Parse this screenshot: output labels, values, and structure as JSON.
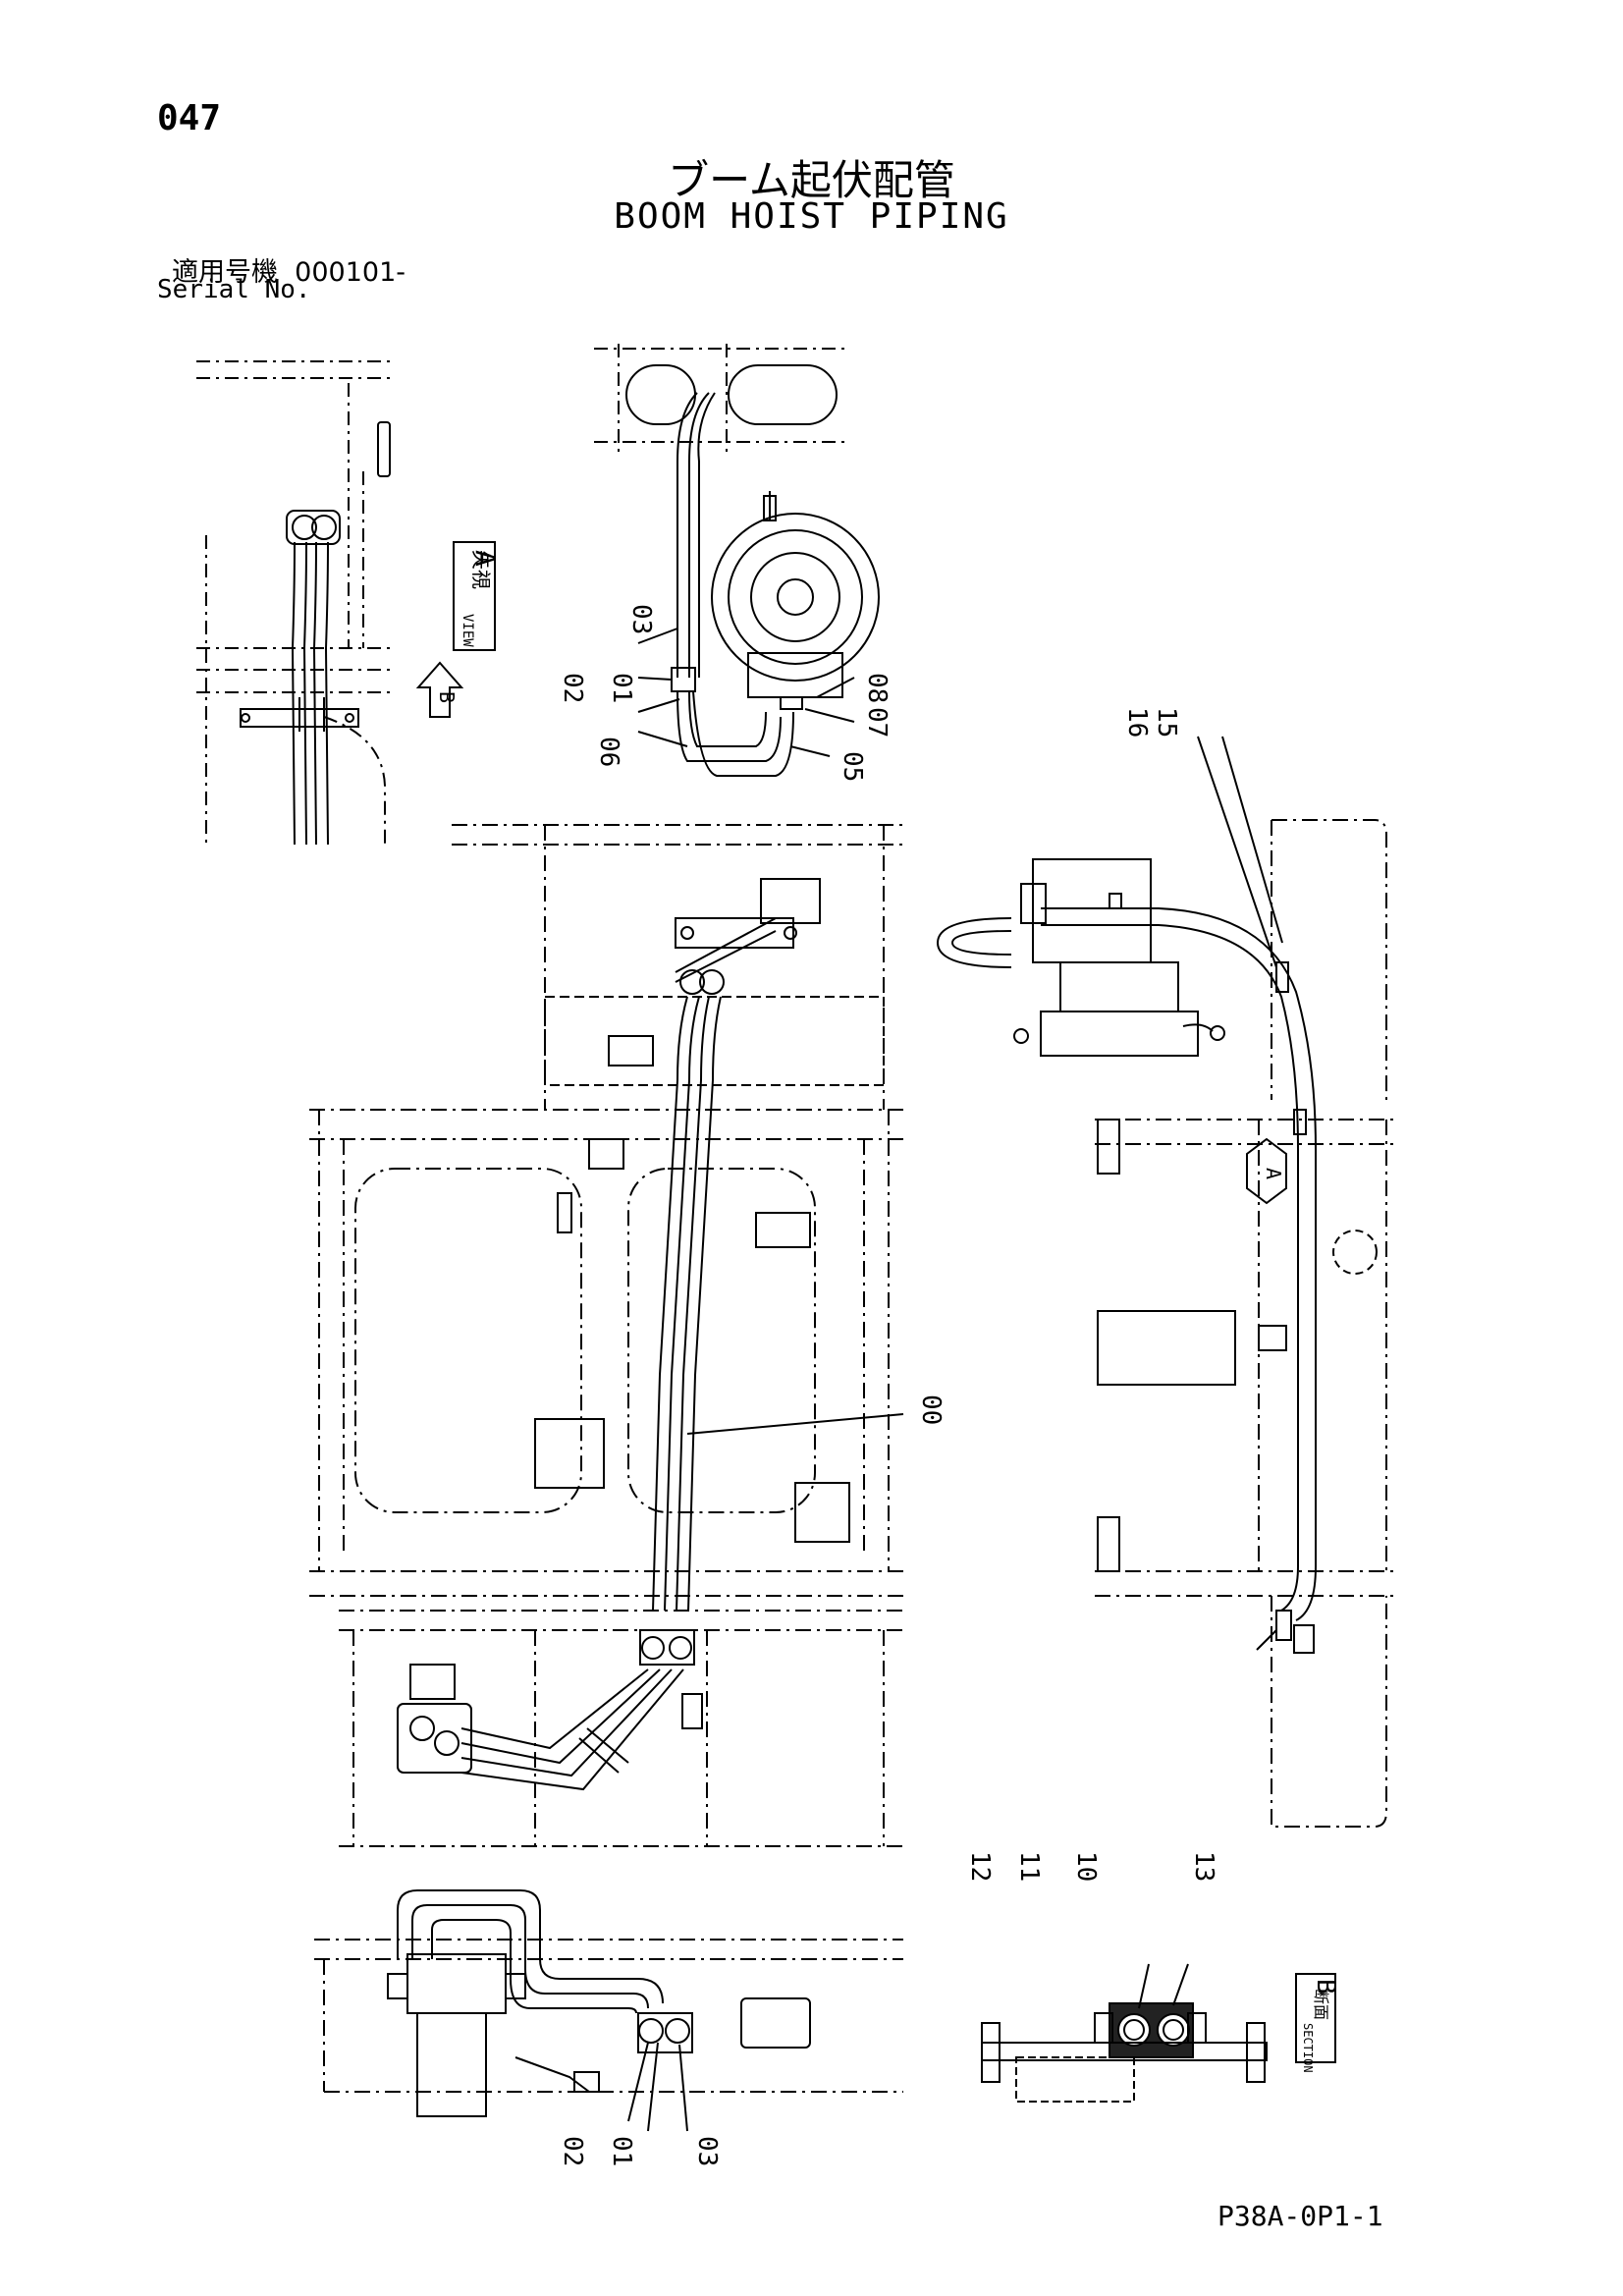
{
  "page_number": "047",
  "title_jp": "ブーム起伏配管",
  "title_en": "BOOM HOIST PIPING",
  "serial_label_jp": "適用号機",
  "serial_value": "000101-",
  "serial_label_en": "Serial No.",
  "drawing_code": "P38A-0P1-1",
  "view_a": {
    "jp": "矢視",
    "en": "VIEW",
    "letter": "A"
  },
  "section_b": {
    "jp": "断面",
    "en": "SECTION",
    "letter": "B"
  },
  "arrow_b": "B",
  "arrow_a": "A",
  "part_labels": {
    "p03_top": "03",
    "p02_top": "02",
    "p01_top": "01",
    "p06": "06",
    "p05": "05",
    "p08": "08",
    "p07": "07",
    "p16": "16",
    "p15": "15",
    "p00": "00",
    "p12": "12",
    "p11": "11",
    "p10": "10",
    "p13": "13",
    "p02_bot": "02",
    "p01_bot": "01",
    "p03_bot": "03"
  },
  "colors": {
    "ink": "#000000",
    "paper": "#ffffff"
  }
}
